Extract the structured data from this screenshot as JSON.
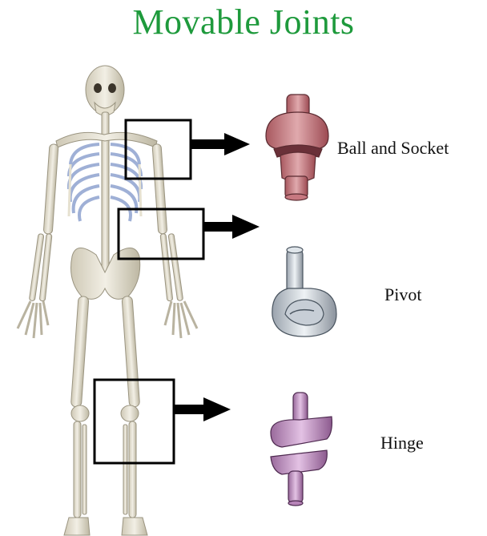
{
  "title": "Movable Joints",
  "joints": [
    {
      "label": "Ball and Socket",
      "color": "#c98a8f"
    },
    {
      "label": "Pivot",
      "color": "#c9d0d8"
    },
    {
      "label": "Hinge",
      "color": "#c79ac8"
    }
  ],
  "colors": {
    "title": "#1e9a3c",
    "bone": "#e8e4d6",
    "bone_shadow": "#b9b3a0",
    "cartilage": "#9fb0d6",
    "frame": "#000000"
  }
}
